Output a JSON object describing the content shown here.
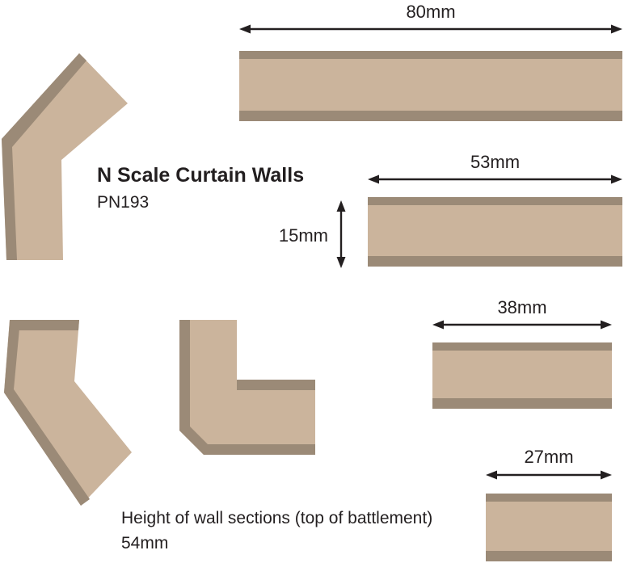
{
  "title": "N Scale Curtain Walls",
  "product_code": "PN193",
  "dimension_labels": {
    "straight_80": "80mm",
    "straight_53": "53mm",
    "wall_height": "15mm",
    "straight_38": "38mm",
    "straight_27": "27mm"
  },
  "footer": {
    "line1": "Height of wall sections (top of battlement)",
    "line2": "54mm"
  },
  "colors": {
    "background": "#ffffff",
    "wall_tan": "#cbb49c",
    "wall_dark": "#9b8a77",
    "ink": "#231f20"
  }
}
